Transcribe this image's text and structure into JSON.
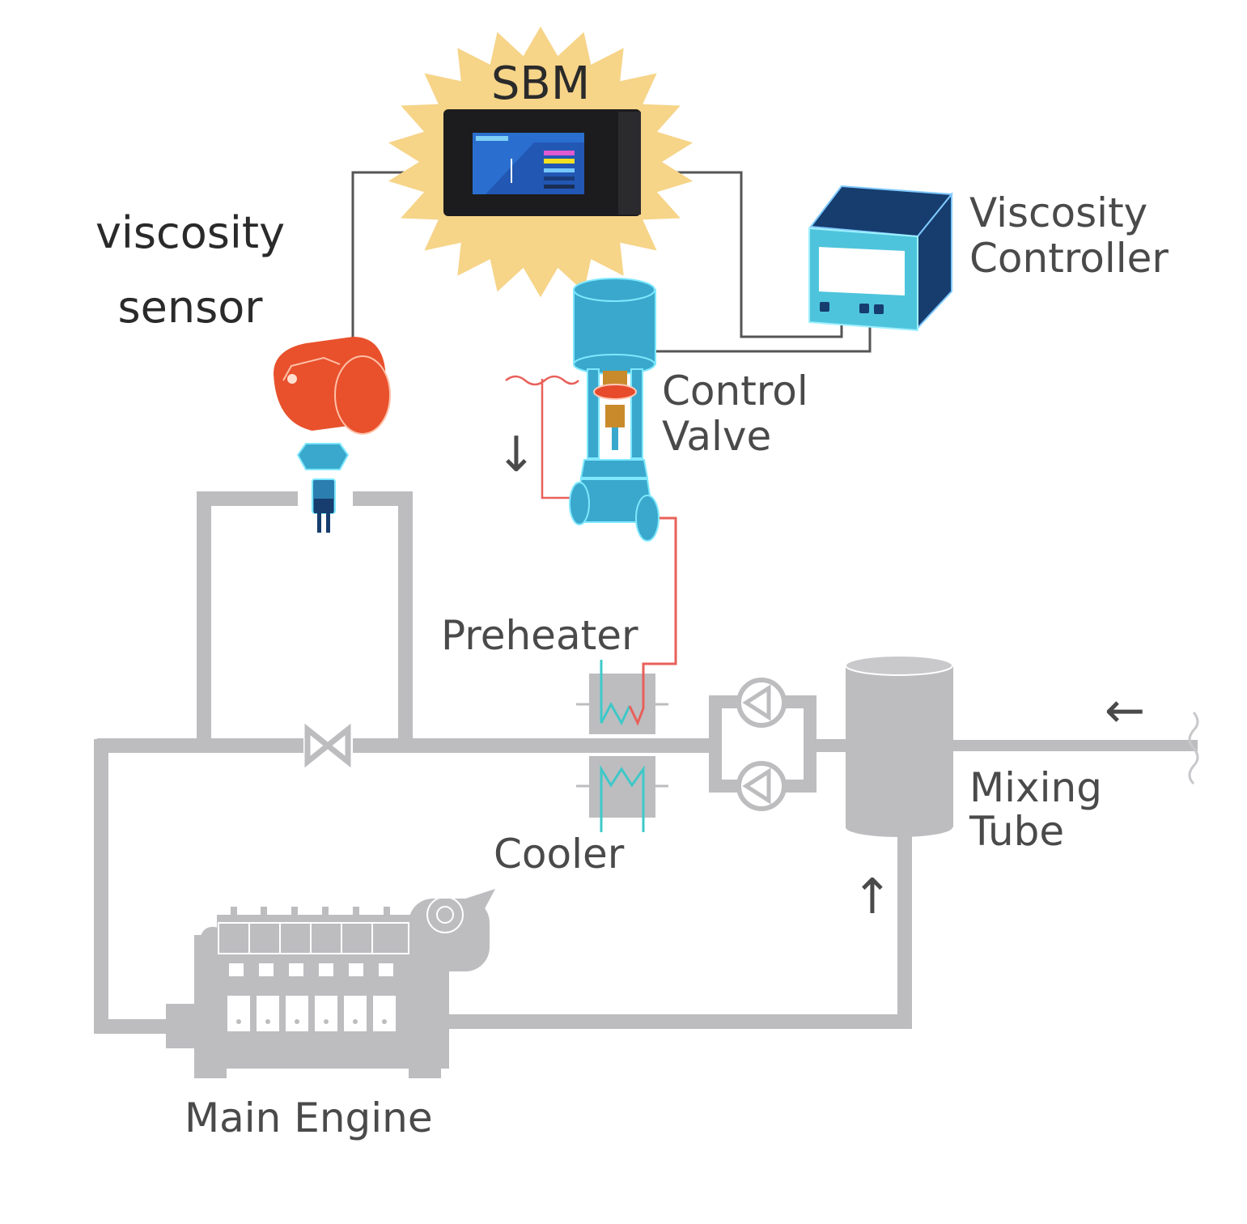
{
  "title": "Fuel viscosity control system",
  "colors": {
    "pipe": "#bdbdc0",
    "wire": "#555555",
    "heat_line": "#e8605a",
    "cool_line": "#3fc8c8",
    "sbm_burst": "#f6d488",
    "device_teal": "#3aa8cc",
    "device_navy": "#163d6e",
    "sensor_red": "#e8512c",
    "text": "#4a4a4a"
  },
  "labels": {
    "sbm": "SBM",
    "viscosity_sensor_line1": "viscosity",
    "viscosity_sensor_line2": "sensor",
    "viscosity_controller_line1": "Viscosity",
    "viscosity_controller_line2": "Controller",
    "control_valve_line1": "Control",
    "control_valve_line2": "Valve",
    "preheater": "Preheater",
    "cooler": "Cooler",
    "mixing_tube_line1": "Mixing",
    "mixing_tube_line2": "Tube",
    "main_engine": "Main Engine"
  },
  "flow_arrows": {
    "inlet": "←",
    "return": "↑",
    "heating_medium": "↓"
  },
  "components": [
    {
      "id": "sbm",
      "name": "SBM display unit"
    },
    {
      "id": "viscosity-sensor",
      "name": "Viscosity sensor"
    },
    {
      "id": "viscosity-controller",
      "name": "Viscosity Controller"
    },
    {
      "id": "control-valve",
      "name": "Control Valve"
    },
    {
      "id": "preheater",
      "name": "Preheater"
    },
    {
      "id": "cooler",
      "name": "Cooler"
    },
    {
      "id": "pumps",
      "name": "Fuel pumps",
      "count": 2
    },
    {
      "id": "mixing-tube",
      "name": "Mixing Tube"
    },
    {
      "id": "bypass-valve",
      "name": "Bypass valve"
    },
    {
      "id": "main-engine",
      "name": "Main Engine",
      "cylinders": 6
    }
  ]
}
